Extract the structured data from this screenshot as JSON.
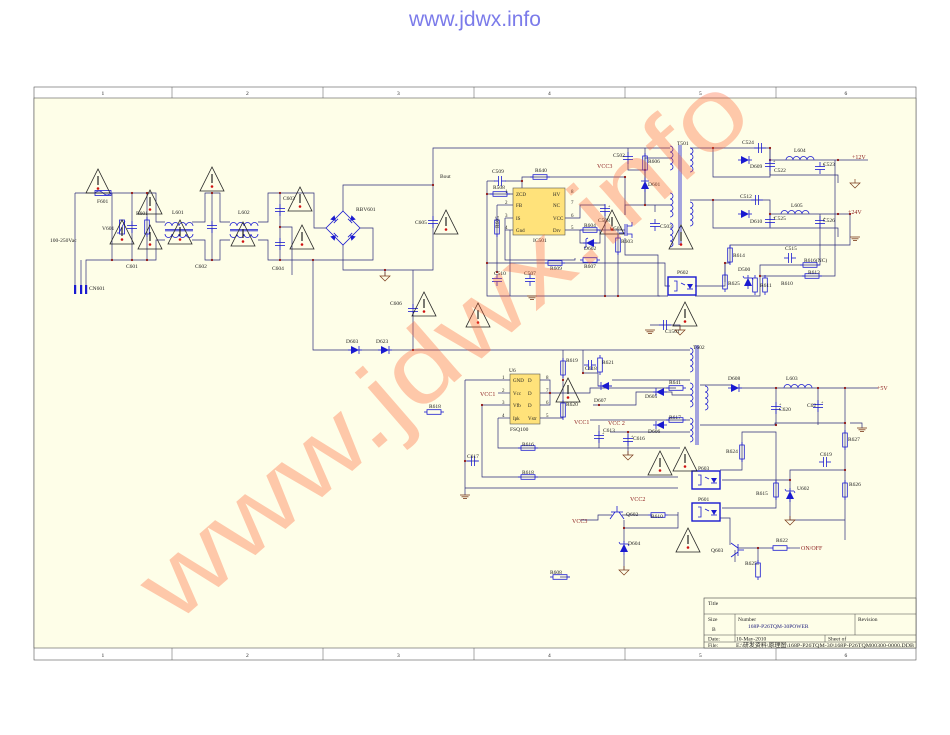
{
  "watermark_top": "www.jdwx.info",
  "watermark_diag": "www.jdwx.info",
  "border": {
    "columns": [
      "1",
      "2",
      "3",
      "4",
      "5",
      "6"
    ]
  },
  "title_block": {
    "title_label": "Title",
    "size_label": "Size",
    "size_value": "B",
    "number_label": "Number",
    "number_value": "168P-P26TQM-30POWER",
    "revision_label": "Revision",
    "date_label": "Date:",
    "date_value": "10-May-2010",
    "sheet_label": "Sheet   of",
    "file_label": "File:",
    "file_value": "E:\\研发资料\\原理图\\168P-P26TQM-30\\168P-P26TQM00300-0000.DDB"
  },
  "input": {
    "voltage": "100-250Vac",
    "connector": "CN601"
  },
  "components": {
    "F601": "F601",
    "V601": "V601",
    "R601": "R601",
    "C601": "C601",
    "L601": "L601",
    "C602": "C602",
    "L602": "L602",
    "C603": "C603",
    "C604": "C604",
    "RBV601": "RBV601",
    "C605": "C605",
    "Bout": "Bout",
    "C606": "C606",
    "D603": "D603",
    "D623": "D623",
    "C509": "C509",
    "R508": "R508",
    "R640": "R640",
    "R605": "R605",
    "C510": "C510",
    "C507": "C507",
    "R609": "R609",
    "R607": "R607",
    "C508": "C508",
    "R604": "R604",
    "D602": "D602",
    "R603": "R603",
    "Q501": "Q501",
    "C502": "C502",
    "R606": "R606",
    "D601": "D601",
    "C503": "C503",
    "T501": "T501",
    "C524": "C524",
    "D609": "D609",
    "C522": "C522",
    "L604": "L604",
    "C523": "C523",
    "C512": "C512",
    "D610": "D610",
    "C525": "C525",
    "L605": "L605",
    "C526": "C526",
    "P602": "P602",
    "R614": "R614",
    "C515": "C515",
    "R616NC": "R616(NC)",
    "R613": "R613",
    "D500": "D500",
    "R611": "R611",
    "R610a": "R610",
    "R625a": "R625",
    "C1501": "C1501",
    "IC501": "IC501",
    "U6": "U6",
    "FSQ100": "FSQ100",
    "T602": "T602",
    "R619": "R619",
    "C618": "C618",
    "R621": "R621",
    "D607": "D607",
    "D605": "D605",
    "R641": "R641",
    "D606": "D606",
    "R617": "R617",
    "C613": "C613",
    "C616": "C616",
    "R620": "R620",
    "R618a": "R618",
    "R618b": "R618",
    "R616": "R616",
    "C617": "C617",
    "D608": "D608",
    "L603": "L603",
    "C620": "C620",
    "C62": "C62",
    "R624": "R624",
    "R627": "R627",
    "C619": "C619",
    "U602": "U602",
    "R626": "R626",
    "P603": "P603",
    "P601": "P601",
    "R615": "R615",
    "Q602": "Q602",
    "R610": "R610",
    "D604": "D604",
    "Q603": "Q603",
    "R622": "R622",
    "R625": "R625",
    "R608": "R608"
  },
  "ic501_pins": {
    "left": [
      "ZCD",
      "FB",
      "IS",
      "Gnd"
    ],
    "right": [
      "HV",
      "NC",
      "VCC",
      "Drv"
    ],
    "left_nums": [
      "1",
      "2",
      "3",
      "4"
    ],
    "right_nums": [
      "8",
      "7",
      "6",
      "5"
    ]
  },
  "u6_pins": {
    "left": [
      "GND",
      "Vcc",
      "Vfb",
      "Ipk"
    ],
    "right": [
      "D",
      "D",
      "D",
      "Vstr"
    ],
    "left_nums": [
      "1",
      "2",
      "3",
      "4"
    ],
    "right_nums": [
      "8",
      "7",
      "6",
      "5"
    ]
  },
  "nets": {
    "vcc3_a": "VCC3",
    "vcc1_a": "VCC1",
    "vcc1_b": "VCC1",
    "vcc2_a": "VCC 2",
    "vcc2_b": "VCC2",
    "vcc3_b": "VCC3",
    "out12": "+12V",
    "out24": "+24V",
    "out5": "+5V",
    "onoff": "ON/OFF"
  },
  "colors": {
    "wire": "#2b2b7a",
    "part": "#1a1ad0",
    "node": "#8b1010",
    "ic_fill": "#ffe27a",
    "sheet": "#fefee8",
    "watermark": "#ff6a3d"
  }
}
